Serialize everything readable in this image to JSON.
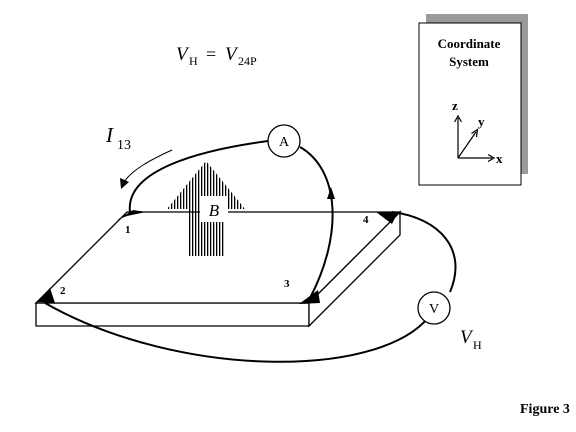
{
  "equation": {
    "lhs_symbol": "V",
    "lhs_subscript": "H",
    "equals": "=",
    "rhs_symbol": "V",
    "rhs_subscript": "24P"
  },
  "current": {
    "symbol": "I",
    "subscript": "13"
  },
  "field": {
    "symbol": "B"
  },
  "hall_voltage": {
    "symbol": "V",
    "subscript": "H"
  },
  "contacts": {
    "c1": "1",
    "c2": "2",
    "c3": "3",
    "c4": "4"
  },
  "meters": {
    "ammeter": "A",
    "voltmeter": "V"
  },
  "coordinate_system": {
    "title_line1": "Coordinate",
    "title_line2": "System",
    "axis_x": "x",
    "axis_y": "y",
    "axis_z": "z"
  },
  "caption": "Figure 3",
  "colors": {
    "ink": "#000000",
    "shadow": "#9a9a9a",
    "background": "#ffffff"
  }
}
